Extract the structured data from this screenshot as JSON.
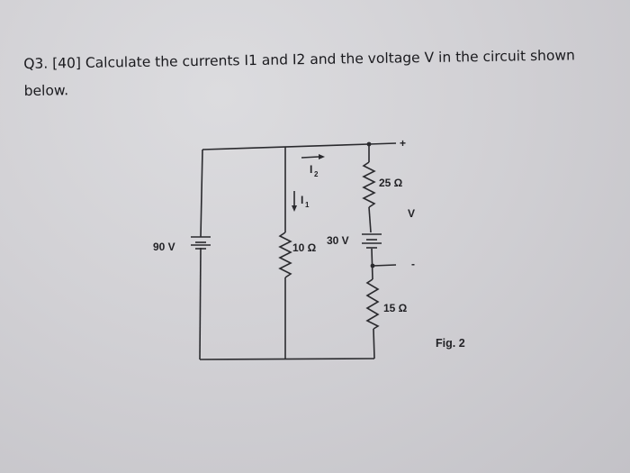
{
  "question": {
    "text": "Q3. [40] Calculate the currents I1 and I2 and the voltage V in the circuit shown below."
  },
  "circuit": {
    "source_left_label": "90 V",
    "source_mid_label": "30 V",
    "resistor_mid_label": "10 Ω",
    "resistor_top_label": "25 Ω",
    "resistor_bottom_label": "15 Ω",
    "current_i1_label": "I",
    "current_i1_sub": "1",
    "current_i2_label": "I",
    "current_i2_sub": "2",
    "terminal_plus": "+",
    "terminal_minus": "-",
    "voltage_label": "V",
    "figure_label": "Fig. 2"
  }
}
